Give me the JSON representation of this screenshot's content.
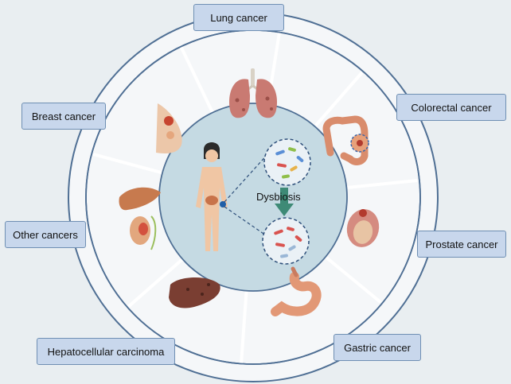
{
  "labels": {
    "lung": "Lung cancer",
    "colorectal": "Colorectal cancer",
    "breast": "Breast cancer",
    "other": "Other cancers",
    "prostate": "Prostate cancer",
    "hcc": "Hepatocellular carcinoma",
    "gastric": "Gastric cancer"
  },
  "center": {
    "dysbiosis": "Dysbiosis"
  },
  "colors": {
    "background": "#e9eef1",
    "outer_ring": "#f5f7f9",
    "ring_stroke": "#4f6f94",
    "inner_disc": "#c5dae3",
    "arrow": "#3e8a76",
    "label_fill": "#c8d7ec",
    "label_border": "#6f8fb3"
  },
  "icons": [
    "lungs-icon",
    "colon-icon",
    "prostate-icon",
    "stomach-icon",
    "liver-icon",
    "pancreas-gallbladder-icon",
    "breast-icon",
    "human-figure-icon",
    "healthy-microbiota-icon",
    "dysbiotic-microbiota-icon"
  ]
}
